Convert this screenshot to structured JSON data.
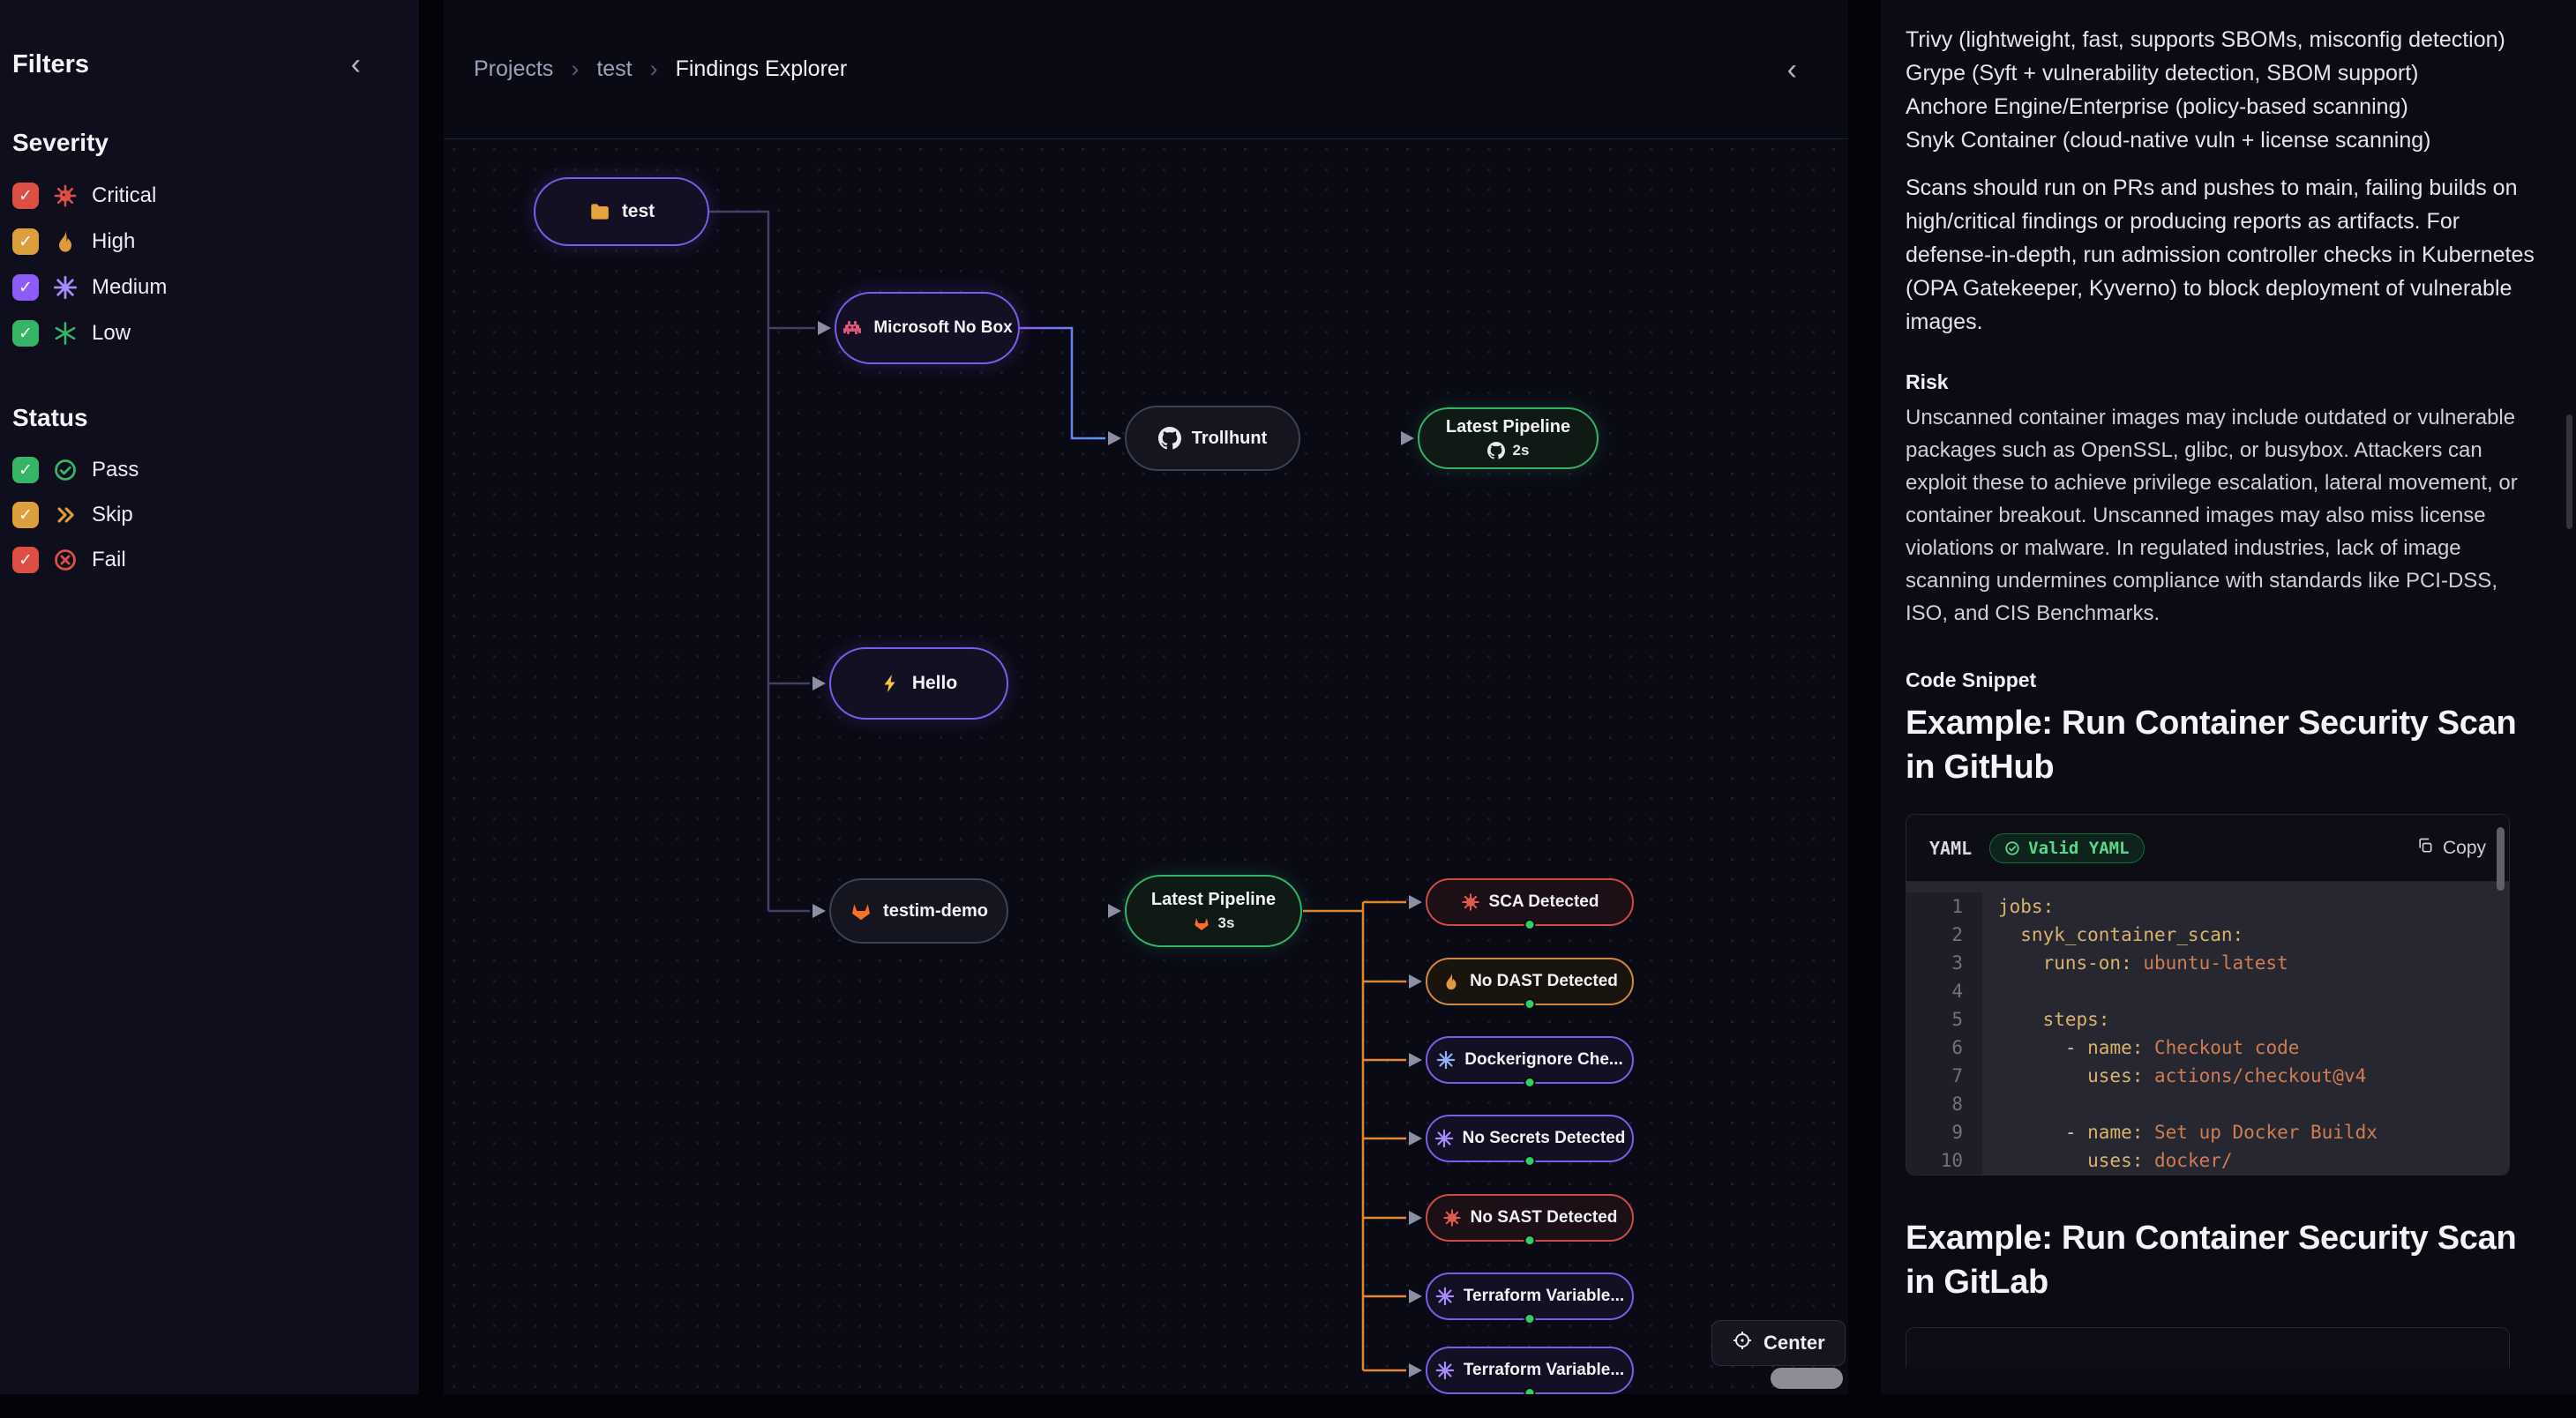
{
  "sidebar": {
    "title": "Filters",
    "collapse_icon": "‹",
    "check_glyph": "✓",
    "severity": {
      "title": "Severity",
      "items": [
        {
          "label": "Critical",
          "checkbox_color": "#dd4e44",
          "icon": "virus-icon",
          "icon_color": "#dd4e44"
        },
        {
          "label": "High",
          "checkbox_color": "#dd9f3d",
          "icon": "flame-icon",
          "icon_color": "#e09a3e"
        },
        {
          "label": "Medium",
          "checkbox_color": "#8b5cf6",
          "icon": "burst-icon",
          "icon_color": "#a78bfa"
        },
        {
          "label": "Low",
          "checkbox_color": "#36b566",
          "icon": "snowflake-icon",
          "icon_color": "#36b566"
        }
      ]
    },
    "status": {
      "title": "Status",
      "items": [
        {
          "label": "Pass",
          "checkbox_color": "#36b566",
          "icon": "check-circle-icon",
          "icon_color": "#36b566"
        },
        {
          "label": "Skip",
          "checkbox_color": "#dd9f3d",
          "icon": "skip-icon",
          "icon_color": "#dd9f3d"
        },
        {
          "label": "Fail",
          "checkbox_color": "#dd4e44",
          "icon": "x-circle-icon",
          "icon_color": "#dd4e44"
        }
      ]
    }
  },
  "explorer": {
    "breadcrumb": {
      "items": [
        "Projects",
        "test",
        "Findings Explorer"
      ],
      "separator": "›"
    },
    "collapse_icon": "‹",
    "center_button": "Center",
    "nodes": {
      "test": {
        "label": "test",
        "icon": "folder-icon"
      },
      "microsoft": {
        "label": "Microsoft No Box",
        "icon": "invader-icon"
      },
      "trollhunt": {
        "label": "Trollhunt",
        "icon": "github-icon"
      },
      "pipeline_top": {
        "label": "Latest Pipeline",
        "icon": "github-icon",
        "duration": "2s"
      },
      "hello": {
        "label": "Hello",
        "icon": "bolt-icon"
      },
      "testim": {
        "label": "testim-demo",
        "icon": "gitlab-icon"
      },
      "pipeline_bottom": {
        "label": "Latest Pipeline",
        "icon": "gitlab-icon",
        "duration": "3s"
      },
      "findings": [
        {
          "label": "SCA Detected",
          "severity": "critical",
          "status_color": "#2fd05e"
        },
        {
          "label": "No DAST Detected",
          "severity": "high",
          "status_color": "#2fd05e"
        },
        {
          "label": "Dockerignore Che...",
          "severity": "medium",
          "status_color": "#2fd05e"
        },
        {
          "label": "No Secrets Detected",
          "severity": "medium",
          "status_color": "#2fd05e"
        },
        {
          "label": "No SAST Detected",
          "severity": "critical",
          "status_color": "#2fd05e"
        },
        {
          "label": "Terraform Variable...",
          "severity": "medium",
          "status_color": "#2fd05e"
        },
        {
          "label": "Terraform Variable...",
          "severity": "medium",
          "status_color": "#2fd05e"
        }
      ]
    },
    "edge_colors": {
      "default": "#453f68",
      "pipeline_branch": "#e0872f",
      "purple_blue": [
        "#8b5cf6",
        "#4f9cf0"
      ],
      "blue_green": [
        "#4f9cf0",
        "#2fae5e"
      ]
    }
  },
  "panel": {
    "scanners": [
      "Trivy (lightweight, fast, supports SBOMs, misconfig detection)",
      "Grype (Syft + vulnerability detection, SBOM support)",
      "Anchore Engine/Enterprise (policy-based scanning)",
      "Snyk Container (cloud-native vuln + license scanning)"
    ],
    "recommendation": "Scans should run on PRs and pushes to main, failing builds on high/critical findings or producing reports as artifacts. For defense-in-depth, run admission controller checks in Kubernetes (OPA Gatekeeper, Kyverno) to block deployment of vulnerable images.",
    "risk_title": "Risk",
    "risk_text": "Unscanned container images may include outdated or vulnerable packages such as OpenSSL, glibc, or busybox. Attackers can exploit these to achieve privilege escalation, lateral movement, or container breakout. Unscanned images may also miss license violations or malware. In regulated industries, lack of image scanning undermines compliance with standards like PCI-DSS, ISO, and CIS Benchmarks.",
    "code_snippet_label": "Code Snippet",
    "github_heading": "Example: Run Container Security Scan in GitHub",
    "gitlab_heading": "Example: Run Container Security Scan in GitLab",
    "code_block": {
      "language": "YAML",
      "badge": "Valid YAML",
      "copy_label": "Copy",
      "lines": [
        {
          "n": "1",
          "segs": [
            [
              "key",
              "jobs:"
            ]
          ]
        },
        {
          "n": "2",
          "segs": [
            [
              "key",
              "  snyk_container_scan:"
            ]
          ]
        },
        {
          "n": "3",
          "segs": [
            [
              "key",
              "    runs-on:"
            ],
            [
              "val",
              " ubuntu-latest"
            ]
          ]
        },
        {
          "n": "4",
          "segs": []
        },
        {
          "n": "5",
          "segs": [
            [
              "key",
              "    steps:"
            ]
          ]
        },
        {
          "n": "6",
          "segs": [
            [
              "punc",
              "      - "
            ],
            [
              "key",
              "name:"
            ],
            [
              "val",
              " Checkout code"
            ]
          ]
        },
        {
          "n": "7",
          "segs": [
            [
              "key",
              "        uses:"
            ],
            [
              "val",
              " actions/checkout@v4"
            ]
          ]
        },
        {
          "n": "8",
          "segs": []
        },
        {
          "n": "9",
          "segs": [
            [
              "punc",
              "      - "
            ],
            [
              "key",
              "name:"
            ],
            [
              "val",
              " Set up Docker Buildx"
            ]
          ]
        },
        {
          "n": "10",
          "segs": [
            [
              "key",
              "        uses:"
            ],
            [
              "val",
              " docker/"
            ]
          ]
        }
      ]
    }
  }
}
